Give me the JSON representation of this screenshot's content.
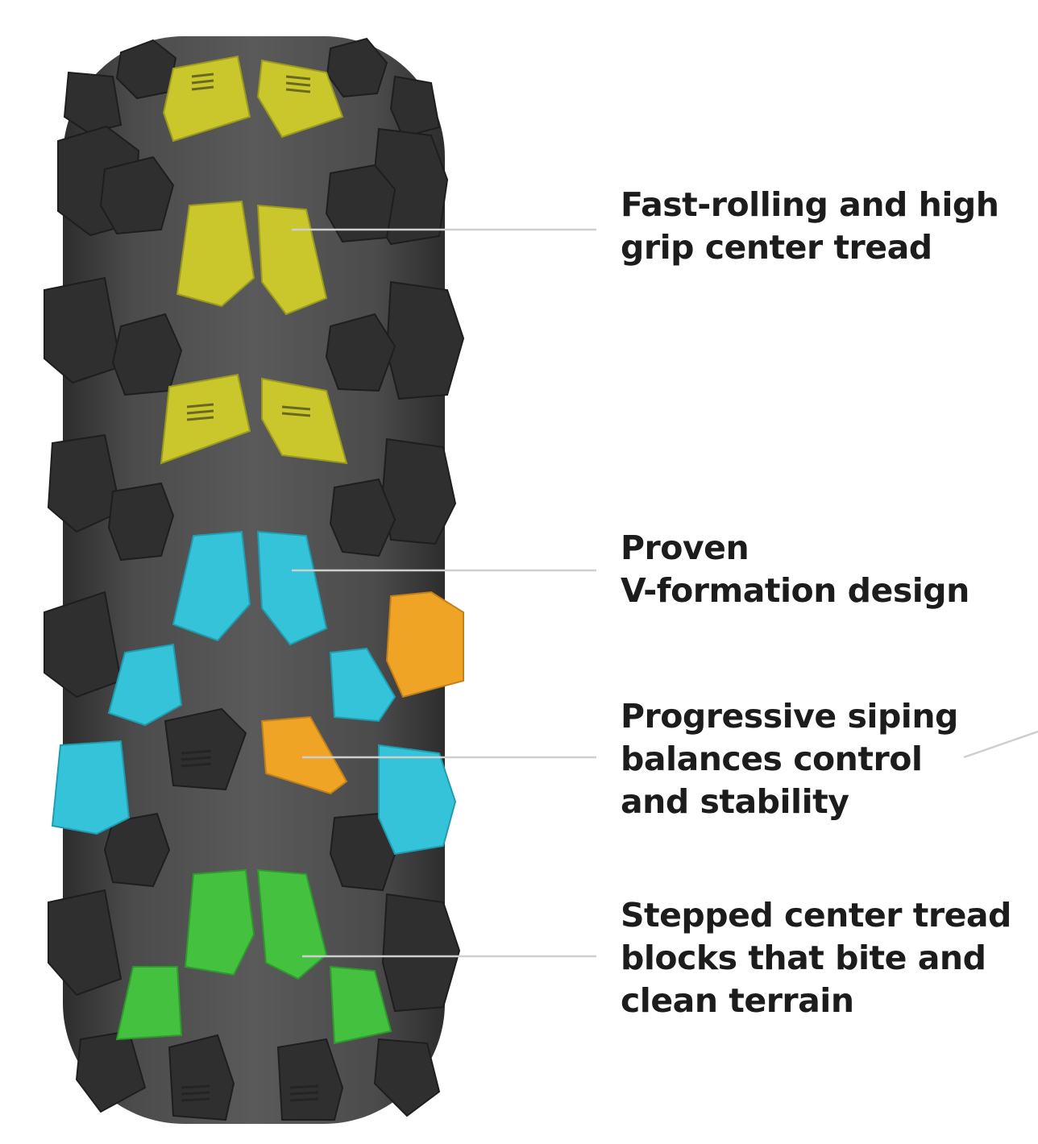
{
  "callouts": [
    {
      "id": "center-tread",
      "lines": [
        "Fast-rolling and high",
        "grip center tread"
      ],
      "color": "#c9c72b"
    },
    {
      "id": "v-formation",
      "lines": [
        "Proven",
        "V-formation design"
      ],
      "color": "#35c3d9"
    },
    {
      "id": "siping",
      "lines": [
        "Progressive siping",
        "balances control",
        "and stability"
      ],
      "color": "#f0a426"
    },
    {
      "id": "stepped-blocks",
      "lines": [
        "Stepped center tread",
        "blocks that bite and",
        "clean terrain"
      ],
      "color": "#44c23f"
    }
  ],
  "tire": {
    "body_color": "#4a4a4b",
    "knob_color": "#2e2e2f",
    "leader_line_color": "#cfcfcf"
  }
}
